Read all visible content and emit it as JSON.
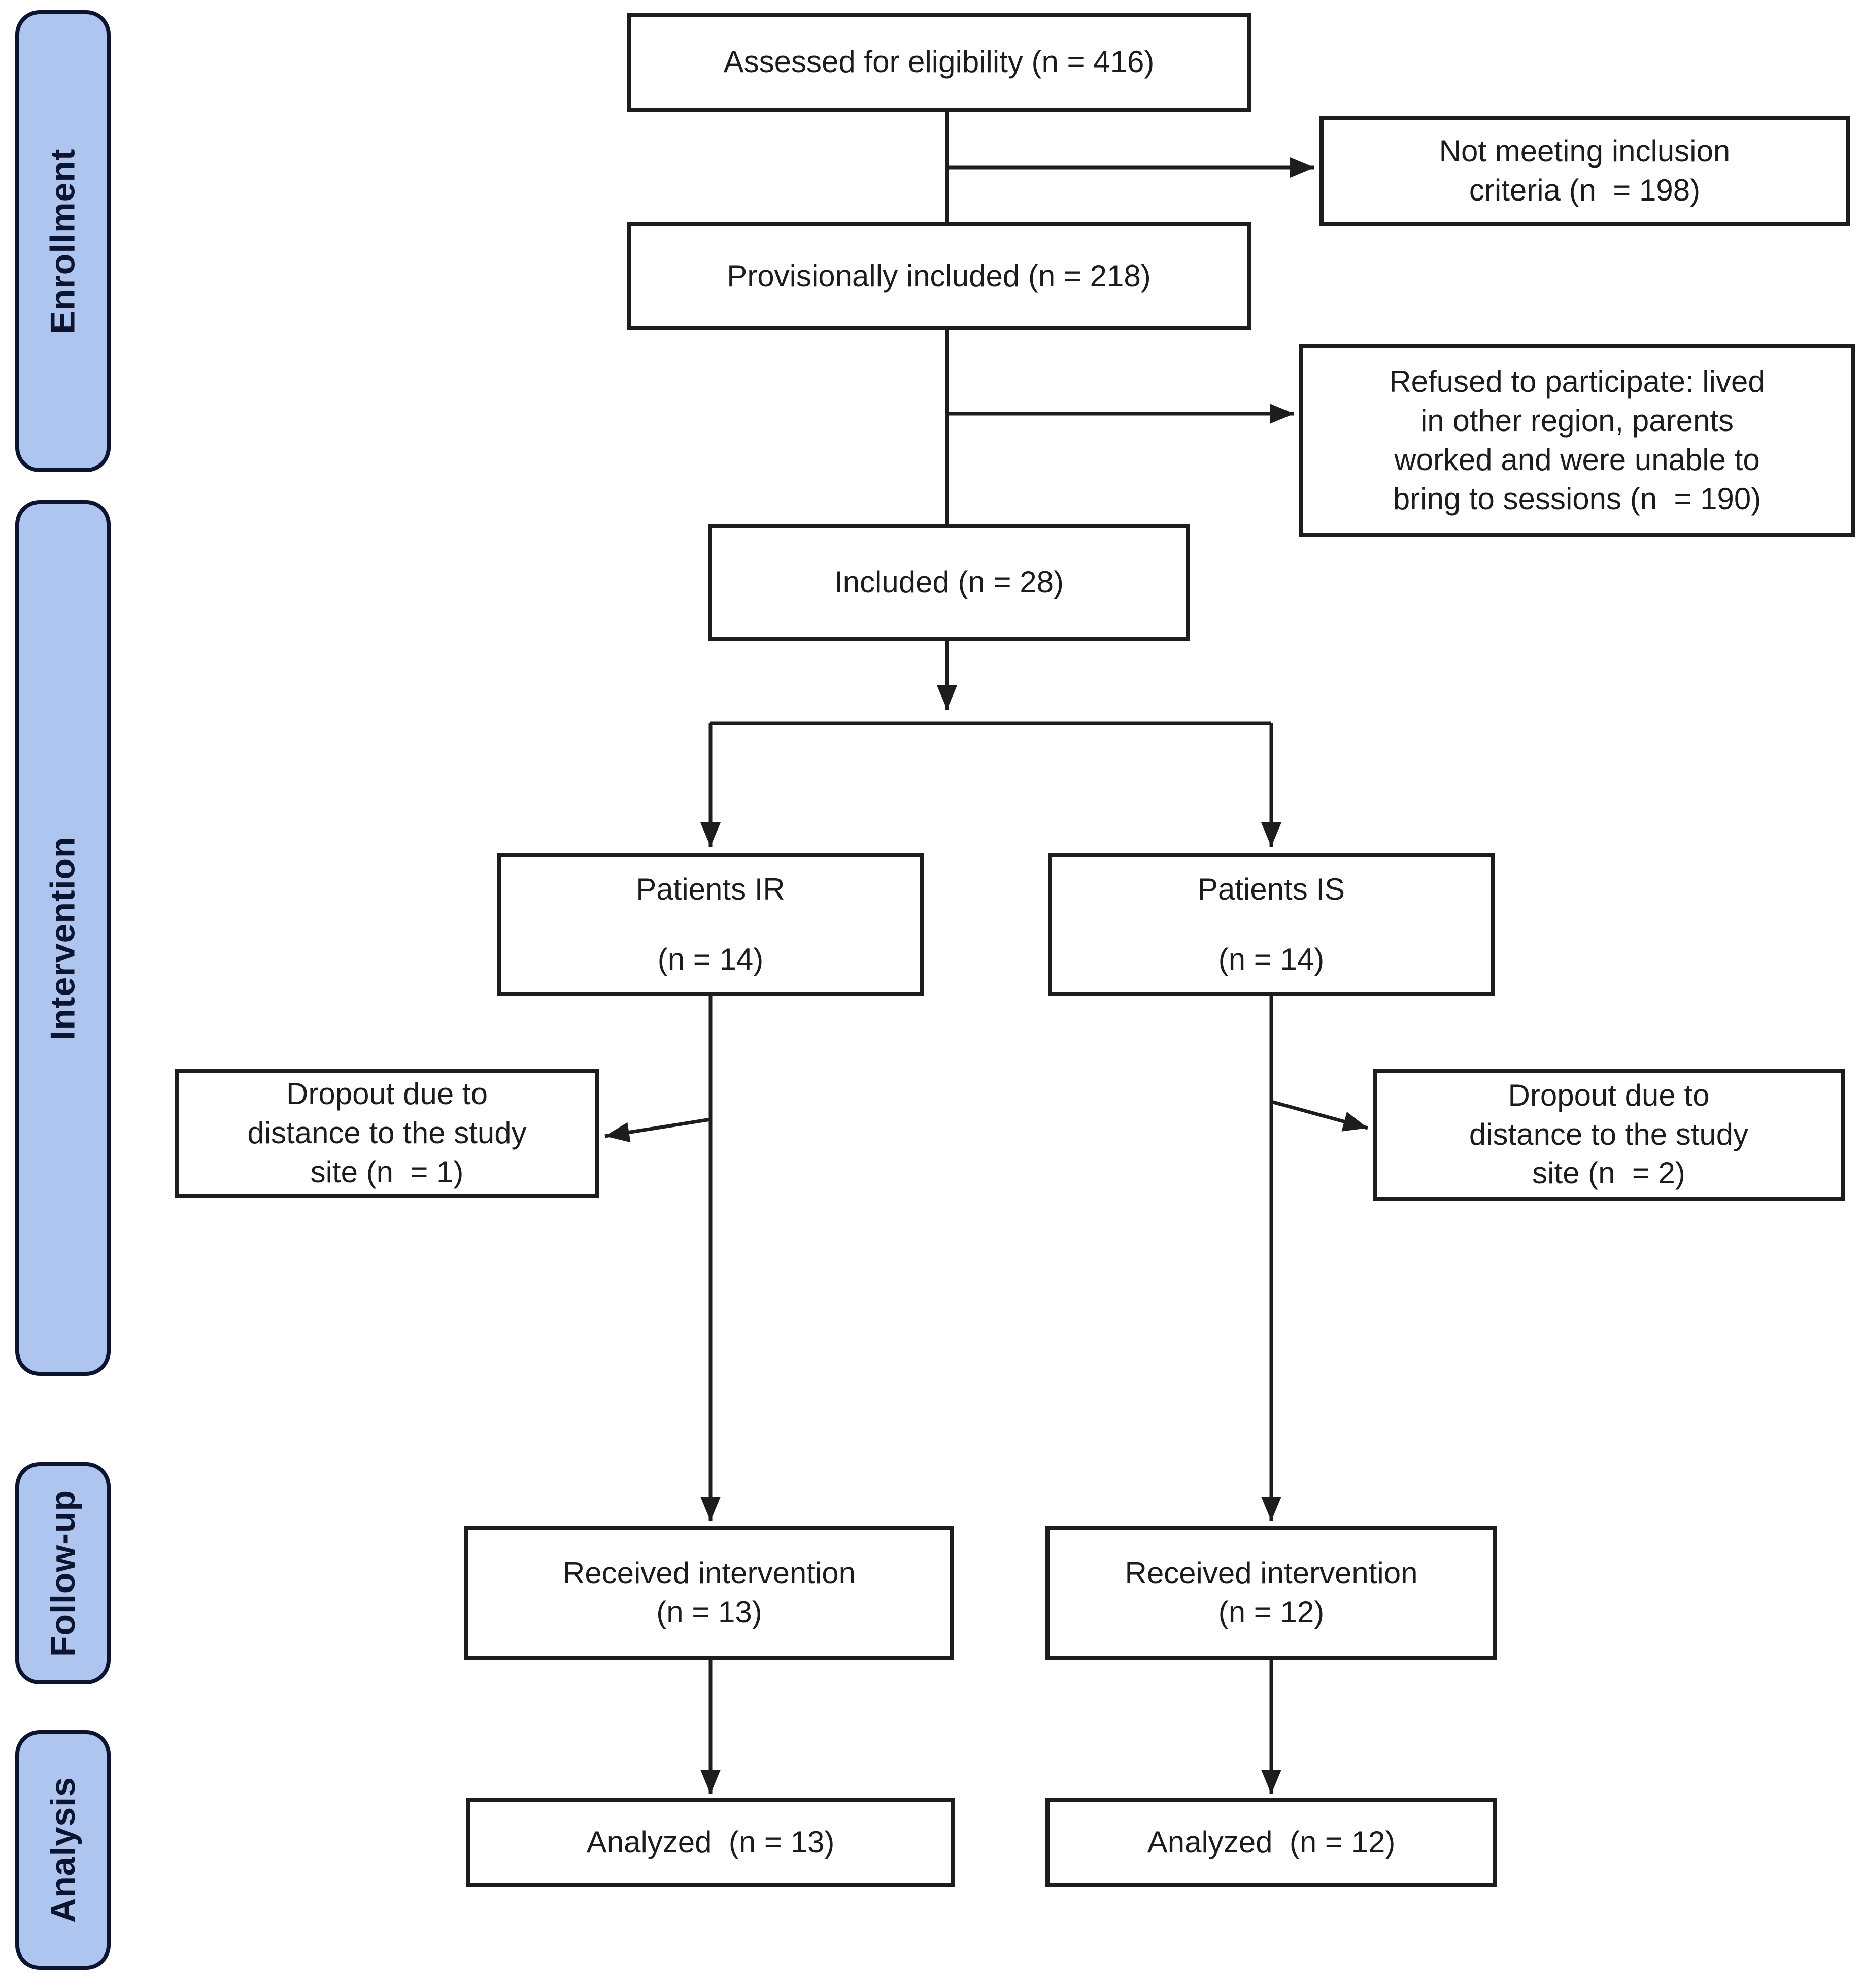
{
  "diagram": {
    "kind": "participant-flow-diagram",
    "background": "#ffffff"
  },
  "colors": {
    "stage_fill": "#aec6ef",
    "stage_border": "#0d1430",
    "stage_text": "#0d1430",
    "node_border": "#1d1d1d",
    "node_text": "#1c1c1c",
    "connector": "#1d1d1d"
  },
  "stages": {
    "enrollment": {
      "label": "Enrollment"
    },
    "intervention": {
      "label": "Intervention"
    },
    "followup": {
      "label": "Follow-up"
    },
    "analysis": {
      "label": "Analysis"
    }
  },
  "nodes": {
    "assessed": {
      "label": "Assessed for eligibility (n = 416)"
    },
    "not_meeting": {
      "label": "Not meeting inclusion\ncriteria (n  = 198)"
    },
    "provisionally": {
      "label": "Provisionally included (n = 218)"
    },
    "refused": {
      "label": "Refused to participate: lived\nin other region, parents\nworked and were unable to\nbring to sessions (n  = 190)"
    },
    "included": {
      "label": "Included (n = 28)"
    },
    "patients_ir": {
      "label": "Patients IR\n(n = 14)"
    },
    "patients_is": {
      "label": "Patients IS\n(n = 14)"
    },
    "dropout_ir": {
      "label": "Dropout due to\ndistance to the study\nsite (n  = 1)"
    },
    "dropout_is": {
      "label": "Dropout due to\ndistance to the study\nsite (n  = 2)"
    },
    "received_ir": {
      "label": "Received intervention\n(n = 13)"
    },
    "received_is": {
      "label": "Received intervention\n(n = 12)"
    },
    "analyzed_ir": {
      "label": "Analyzed  (n = 13)"
    },
    "analyzed_is": {
      "label": "Analyzed  (n = 12)"
    }
  }
}
